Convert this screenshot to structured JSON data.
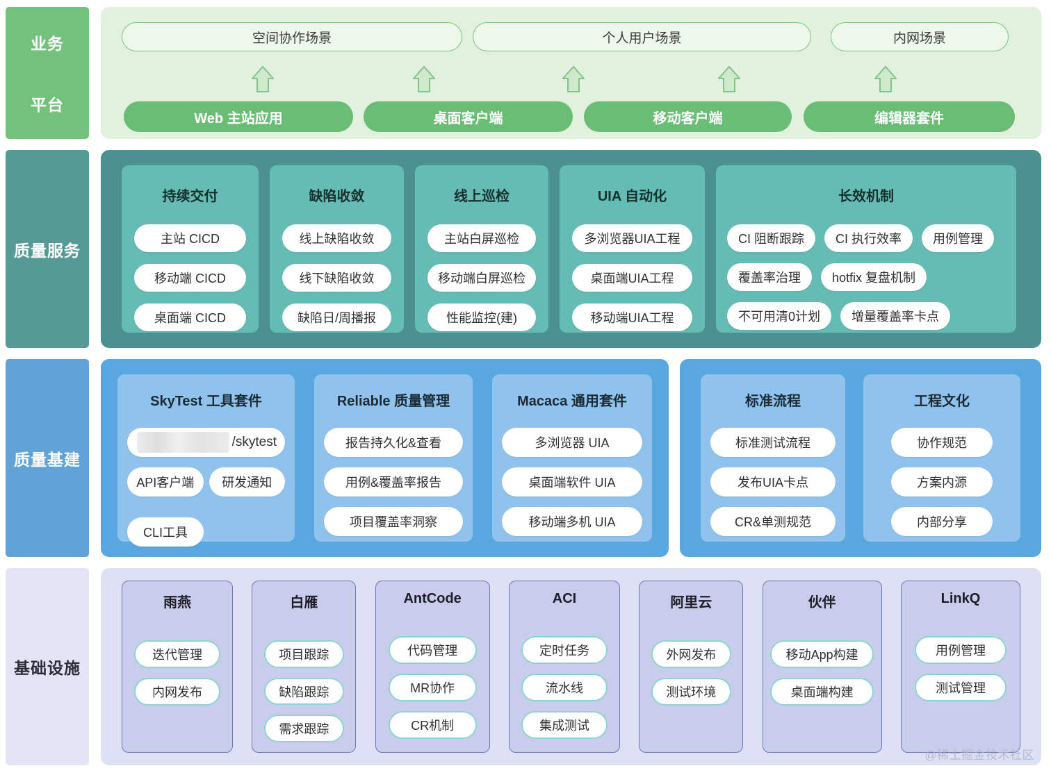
{
  "colors": {
    "green_sidebar": "#74c17e",
    "green_container": "#e1f1de",
    "green_button": "#69bd74",
    "green_border": "#7cc383",
    "teal_sidebar": "#569a95",
    "teal_container": "#4b9192",
    "teal_panel": "#64bcb4",
    "blue_sidebar": "#61a2d7",
    "blue_container": "#58a7e0",
    "blue_panel": "#8fc3ed",
    "lavender_sidebar": "#e3e5f6",
    "lavender_container": "#dee1f3",
    "lavender_panel": "#c9cdec",
    "lavender_panel_border": "#6f77bb",
    "pill_border_teal": "#8fd5cf",
    "pill_bg": "#ffffff"
  },
  "business": {
    "sidebar_line1": "业务",
    "sidebar_line2": "平台",
    "scenes": [
      "空间协作场景",
      "个人用户场景",
      "内网场景"
    ],
    "apps": [
      "Web 主站应用",
      "桌面客户端",
      "移动客户端",
      "编辑器套件"
    ]
  },
  "qs": {
    "sidebar": "质量服务",
    "columns": [
      {
        "title": "持续交付",
        "items": [
          "主站 CICD",
          "移动端 CICD",
          "桌面端 CICD"
        ]
      },
      {
        "title": "缺陷收敛",
        "items": [
          "线上缺陷收敛",
          "线下缺陷收敛",
          "缺陷日/周播报"
        ]
      },
      {
        "title": "线上巡检",
        "items": [
          "主站白屏巡检",
          "移动端白屏巡检",
          "性能监控(建)"
        ]
      },
      {
        "title": "UIA 自动化",
        "items": [
          "多浏览器UIA工程",
          "桌面端UIA工程",
          "移动端UIA工程"
        ]
      },
      {
        "title": "长效机制",
        "rows": [
          [
            "CI 阻断跟踪",
            "CI 执行效率",
            "用例管理"
          ],
          [
            "覆盖率治理",
            "hotfix 复盘机制"
          ],
          [
            "不可用清0计划",
            "增量覆盖率卡点"
          ]
        ]
      }
    ]
  },
  "qi": {
    "sidebar": "质量基建",
    "skytest": {
      "title": "SkyTest 工具套件",
      "redacted_suffix": "/skytest",
      "pair": [
        "API客户端",
        "研发通知"
      ],
      "single": "CLI工具"
    },
    "reliable": {
      "title": "Reliable 质量管理",
      "items": [
        "报告持久化&查看",
        "用例&覆盖率报告",
        "项目覆盖率洞察"
      ]
    },
    "macaca": {
      "title": "Macaca 通用套件",
      "items": [
        "多浏览器 UIA",
        "桌面端软件 UIA",
        "移动端多机 UIA"
      ]
    },
    "process": {
      "title": "标准流程",
      "items": [
        "标准测试流程",
        "发布UIA卡点",
        "CR&单测规范"
      ]
    },
    "culture": {
      "title": "工程文化",
      "items": [
        "协作规范",
        "方案内源",
        "内部分享"
      ]
    }
  },
  "infra": {
    "sidebar": "基础设施",
    "panels": [
      {
        "title": "雨燕",
        "items": [
          "迭代管理",
          "内网发布"
        ]
      },
      {
        "title": "白雁",
        "items": [
          "项目跟踪",
          "缺陷跟踪",
          "需求跟踪"
        ]
      },
      {
        "title": "AntCode",
        "items": [
          "代码管理",
          "MR协作",
          "CR机制"
        ]
      },
      {
        "title": "ACI",
        "items": [
          "定时任务",
          "流水线",
          "集成测试"
        ]
      },
      {
        "title": "阿里云",
        "items": [
          "外网发布",
          "测试环境"
        ]
      },
      {
        "title": "伙伴",
        "items": [
          "移动App构建",
          "桌面端构建"
        ]
      },
      {
        "title": "LinkQ",
        "items": [
          "用例管理",
          "测试管理"
        ]
      }
    ]
  },
  "watermark": "@稀土掘金技术社区"
}
